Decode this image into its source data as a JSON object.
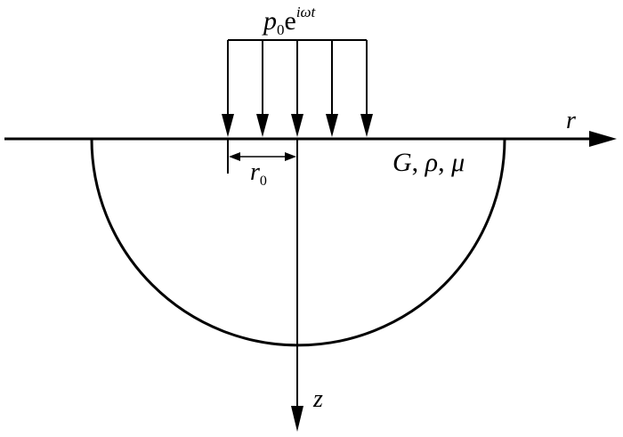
{
  "load": {
    "symbol": "p",
    "subscript": "0",
    "base": "e",
    "exponent": "iωt"
  },
  "axes": {
    "horizontal_label": "r",
    "vertical_label": "z"
  },
  "radius_label": {
    "symbol": "r",
    "subscript": "0"
  },
  "material_label": {
    "G": "G",
    "sep1": ", ",
    "rho": "ρ",
    "sep2": ", ",
    "mu": "μ"
  }
}
